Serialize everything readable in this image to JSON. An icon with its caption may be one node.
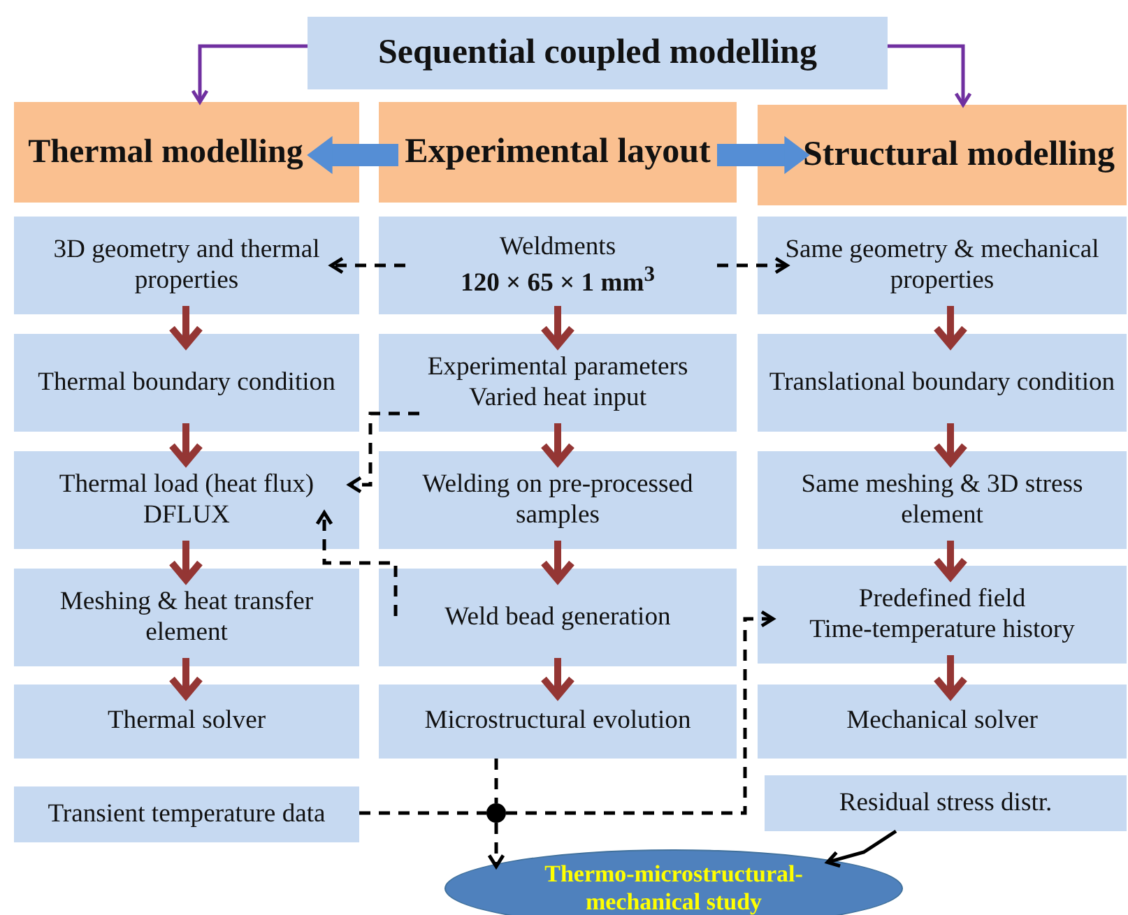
{
  "diagram": {
    "nodes": [
      {
        "text": [
          "Sequential coupled modelling"
        ]
      },
      {
        "text": [
          "Thermal modelling"
        ]
      },
      {
        "text": [
          "Experimental layout"
        ]
      },
      {
        "text": [
          "Structural modelling"
        ]
      },
      {
        "text": [
          "3D geometry and thermal properties"
        ]
      },
      {
        "text": [
          "Thermal boundary condition"
        ]
      },
      {
        "text": [
          "Thermal load (heat flux)",
          "DFLUX"
        ]
      },
      {
        "text": [
          "Meshing & heat transfer element"
        ]
      },
      {
        "text": [
          "Thermal solver"
        ]
      },
      {
        "text": [
          "Transient temperature data"
        ]
      },
      {
        "text": [
          "Weldments",
          "120 × 65 × 1 mm$^{3}$"
        ]
      },
      {
        "text": [
          "Experimental parameters",
          "Varied heat input"
        ]
      },
      {
        "text": [
          "Welding on pre-processed samples"
        ]
      },
      {
        "text": [
          "Weld bead generation"
        ]
      },
      {
        "text": [
          "Microstructural evolution"
        ]
      },
      {
        "text": [
          "Same geometry & mechanical properties"
        ]
      },
      {
        "text": [
          "Translational boundary condition"
        ]
      },
      {
        "text": [
          "Same meshing & 3D stress element"
        ]
      },
      {
        "text": [
          "Predefined field",
          "Time-temperature history"
        ]
      },
      {
        "text": [
          "Mechanical solver"
        ]
      },
      {
        "text": [
          "Residual stress distr."
        ]
      },
      {
        "text": [
          "Thermo-microstructural-mechanical study"
        ]
      },
      {
        "text": [],
        "shape": "circle"
      }
    ],
    "edges": [
      {
        "from": 0,
        "to": 1,
        "arrow": "to",
        "color": "#7030a0"
      },
      {
        "from": 0,
        "to": 3,
        "arrow": "to",
        "color": "#7030a0"
      },
      {
        "from": 2,
        "to": 1,
        "arrow": "to",
        "style": "thick",
        "color": "#558ed5"
      },
      {
        "from": 2,
        "to": 3,
        "arrow": "to",
        "style": "thick",
        "color": "#558ed5"
      },
      {
        "from": 10,
        "to": 4,
        "arrow": "to",
        "style": "dashed",
        "color": "#000000"
      },
      {
        "from": 10,
        "to": 15,
        "arrow": "to",
        "style": "dashed",
        "color": "#000000"
      },
      {
        "from": 4,
        "to": 5,
        "arrow": "to"
      },
      {
        "from": 5,
        "to": 6,
        "arrow": "to"
      },
      {
        "from": 6,
        "to": 7,
        "arrow": "to"
      },
      {
        "from": 7,
        "to": 8,
        "arrow": "to"
      },
      {
        "from": 10,
        "to": 11,
        "arrow": "to"
      },
      {
        "from": 11,
        "to": 12,
        "arrow": "to"
      },
      {
        "from": 12,
        "to": 13,
        "arrow": "to"
      },
      {
        "from": 13,
        "to": 14,
        "arrow": "to"
      },
      {
        "from": 15,
        "to": 16,
        "arrow": "to"
      },
      {
        "from": 16,
        "to": 17,
        "arrow": "to"
      },
      {
        "from": 17,
        "to": 18,
        "arrow": "to"
      },
      {
        "from": 18,
        "to": 19,
        "arrow": "to"
      },
      {
        "from": 11,
        "to": 6,
        "arrow": "to",
        "style": "dashed",
        "color": "#000000"
      },
      {
        "from": 13,
        "to": 6,
        "arrow": "to",
        "style": "dashed",
        "color": "#000000"
      },
      {
        "from": 14,
        "to": 22,
        "arrow": "none",
        "style": "dashed",
        "color": "#000000"
      },
      {
        "from": 9,
        "to": 22,
        "arrow": "none",
        "style": "dashed",
        "color": "#000000"
      },
      {
        "from": 22,
        "to": 18,
        "arrow": "to",
        "style": "dashed",
        "color": "#000000"
      },
      {
        "from": 22,
        "to": 21,
        "arrow": "to",
        "style": "dashed",
        "color": "#000000"
      },
      {
        "from": 20,
        "to": 21,
        "arrow": "to",
        "color": "#000000"
      }
    ]
  }
}
